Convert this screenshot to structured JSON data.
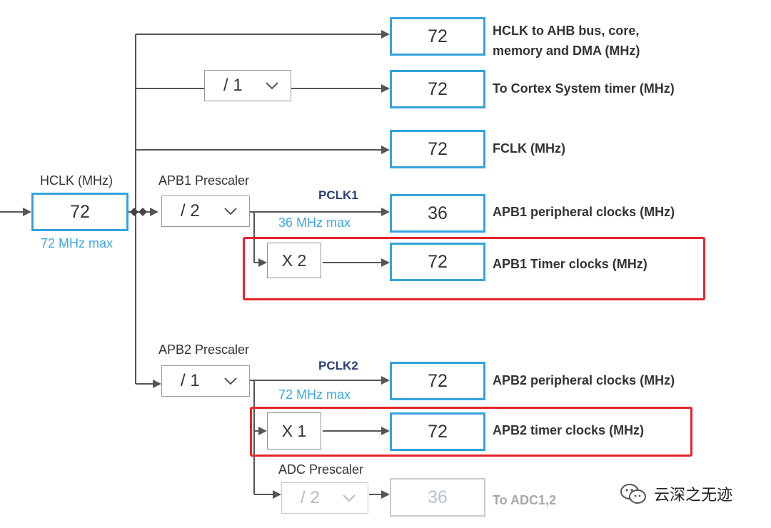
{
  "hclk": {
    "label": "HCLK (MHz)",
    "value": "72",
    "max_note": "72 MHz max"
  },
  "outputs": {
    "ahb": {
      "value": "72",
      "label_line1": "HCLK to AHB bus, core,",
      "label_line2": "memory and DMA (MHz)"
    },
    "cortex": {
      "value": "72",
      "label": "To Cortex System timer (MHz)"
    },
    "fclk": {
      "value": "72",
      "label": "FCLK (MHz)"
    },
    "apb1_periph": {
      "value": "36",
      "label": "APB1 peripheral clocks (MHz)"
    },
    "apb1_timer": {
      "value": "72",
      "label": "APB1 Timer clocks (MHz)"
    },
    "apb2_periph": {
      "value": "72",
      "label": "APB2 peripheral clocks (MHz)"
    },
    "apb2_timer": {
      "value": "72",
      "label": "APB2 timer clocks (MHz)"
    },
    "adc": {
      "value": "36",
      "label": "To ADC1,2"
    }
  },
  "cortex_divider": {
    "value": "/ 1"
  },
  "apb1": {
    "label": "APB1 Prescaler",
    "value": "/ 2",
    "pclk": "PCLK1",
    "max_note": "36 MHz max",
    "timer_mult": "X 2"
  },
  "apb2": {
    "label": "APB2 Prescaler",
    "value": "/ 1",
    "pclk": "PCLK2",
    "max_note": "72 MHz max",
    "timer_mult": "X 1"
  },
  "adc_prescaler": {
    "label": "ADC Prescaler",
    "value": "/ 2"
  },
  "watermark": {
    "text": "云深之无迹",
    "icon": "wechat-icon"
  },
  "colors": {
    "accent": "#34a3dc",
    "highlight": "#e3252b",
    "wire": "#555555"
  }
}
